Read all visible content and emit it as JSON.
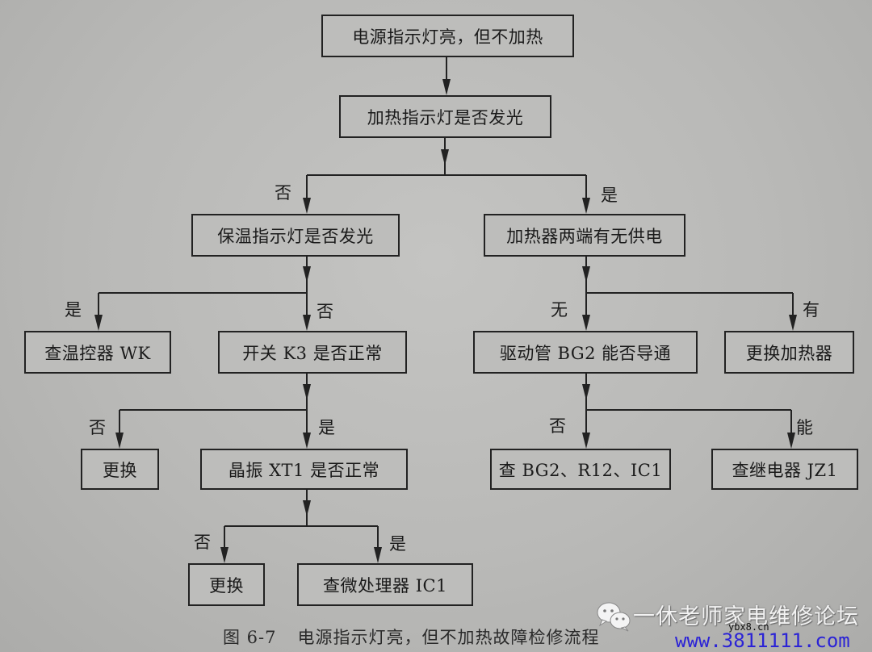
{
  "flowchart": {
    "nodes": {
      "n1": "电源指示灯亮，但不加热",
      "n2": "加热指示灯是否发光",
      "n3": "保温指示灯是否发光",
      "n4": "加热器两端有无供电",
      "n5": "查温控器 WK",
      "n6": "开关 K3 是否正常",
      "n7": "驱动管 BG2 能否导通",
      "n8": "更换加热器",
      "n9": "更换",
      "n10": "晶振 XT1 是否正常",
      "n11": "查 BG2、R12、IC1",
      "n12": "查继电器 JZ1",
      "n13": "更换",
      "n14": "查微处理器 IC1"
    },
    "edge_labels": {
      "n2_to_n3": "否",
      "n2_to_n4": "是",
      "n3_to_n5": "是",
      "n3_to_n6": "否",
      "n4_to_n7": "无",
      "n4_to_n8": "有",
      "n6_to_n9": "否",
      "n6_to_n10": "是",
      "n7_to_n11": "否",
      "n7_to_n12": "能",
      "n10_to_n13": "否",
      "n10_to_n14": "是"
    },
    "edges": [
      [
        "n1",
        "n2"
      ],
      [
        "n2",
        "n3"
      ],
      [
        "n2",
        "n4"
      ],
      [
        "n3",
        "n5"
      ],
      [
        "n3",
        "n6"
      ],
      [
        "n4",
        "n7"
      ],
      [
        "n4",
        "n8"
      ],
      [
        "n6",
        "n9"
      ],
      [
        "n6",
        "n10"
      ],
      [
        "n7",
        "n11"
      ],
      [
        "n7",
        "n12"
      ],
      [
        "n10",
        "n13"
      ],
      [
        "n10",
        "n14"
      ]
    ]
  },
  "caption": {
    "figure_number": "图 6-7",
    "title": "电源指示灯亮，但不加热故障检修流程"
  },
  "watermark": {
    "icon": "wechat-icon",
    "name": "一休老师家电维修论坛",
    "small_text": "ybx8.cn",
    "url": "www.3811111.com",
    "url_color": "#2b23d6"
  }
}
